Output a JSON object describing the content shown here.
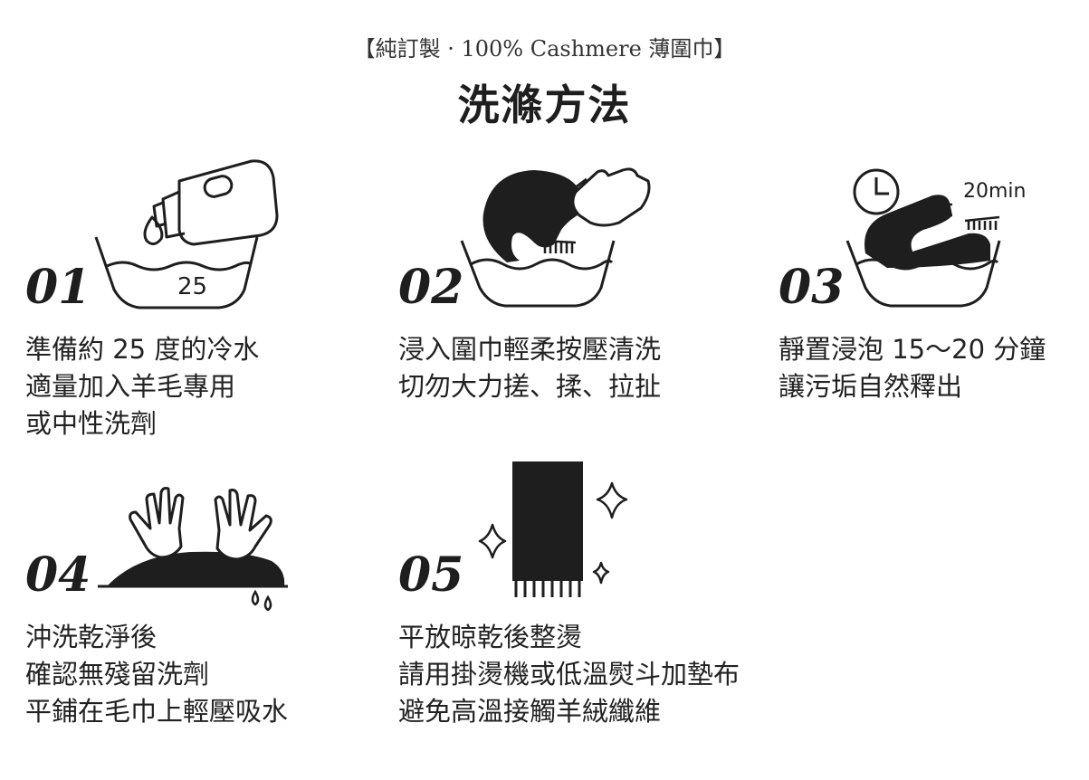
{
  "header": {
    "subtitle": "【純訂製 · 100% Cashmere 薄圍巾】",
    "title": "洗滌方法"
  },
  "steps": [
    {
      "number": "01",
      "badge": "25",
      "lines": [
        "準備約 25 度的冷水",
        "適量加入羊毛專用",
        "或中性洗劑"
      ]
    },
    {
      "number": "02",
      "lines": [
        "浸入圍巾輕柔按壓清洗",
        "切勿大力搓、揉、拉扯"
      ]
    },
    {
      "number": "03",
      "badge": "20min",
      "lines": [
        "靜置浸泡 15～20 分鐘",
        "讓污垢自然釋出"
      ]
    },
    {
      "number": "04",
      "lines": [
        "沖洗乾淨後",
        "確認無殘留洗劑",
        "平鋪在毛巾上輕壓吸水"
      ]
    },
    {
      "number": "05",
      "lines": [
        "平放晾乾後整燙",
        "請用掛燙機或低溫熨斗加墊布",
        "避免高溫接觸羊絨纖維"
      ]
    }
  ],
  "colors": {
    "ink": "#1e1e1e",
    "text": "#222222",
    "background": "#ffffff"
  }
}
